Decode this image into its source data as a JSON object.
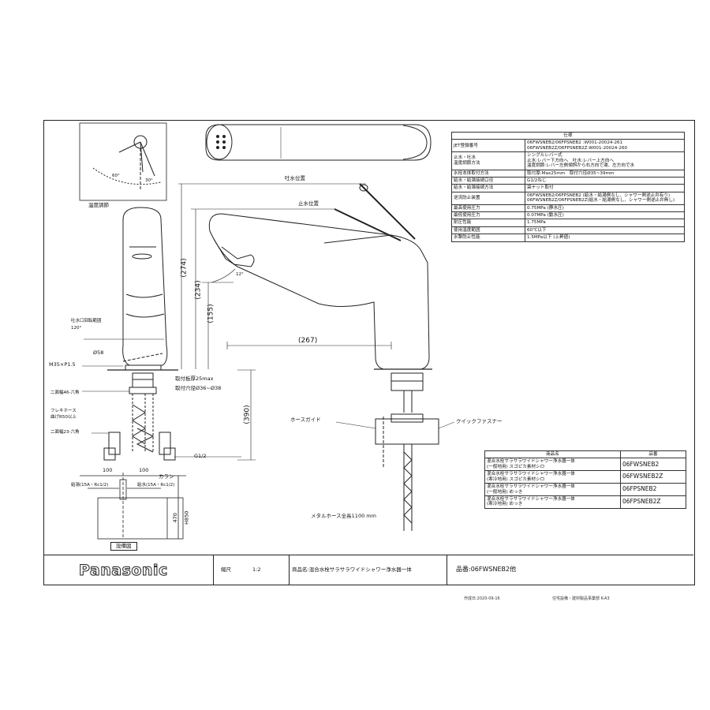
{
  "labels": {
    "temp_adjust": "温度調節",
    "angle_60": "60°",
    "angle_30": "30°",
    "spout_position": "吐水位置",
    "stop_position": "止水位置",
    "dim_274": "(274)",
    "dim_234": "(234)",
    "dim_155": "(155)",
    "dim_267": "(267)",
    "dim_12": "12°",
    "spout_rotation": "吐水口回転範囲",
    "spout_rotation_angle": "120°",
    "dia58": "Ø58",
    "thread": "M35×P1.5",
    "mount_thickness": "取付板厚25max",
    "mount_hole": "取付穴径Ø36~Ø38",
    "hex46": "二面幅46-六角",
    "flex_hose_1": "フレキホース",
    "flex_hose_2": "曲げR50以上",
    "hex23": "二面幅23-六角",
    "g12": "G1/2",
    "dim_390": "(390)",
    "dim_100a": "100",
    "dim_100b": "100",
    "collar": "カラン",
    "hot_water": "給湯(15A・Rc1/2)",
    "cold_water": "給水(15A・Rc1/2)",
    "dim_470": "470",
    "h850": "H850",
    "install_fig": "設備図",
    "hose_guide": "ホースガイド",
    "quick_fastener": "クイックファスナー",
    "metal_hose": "メタルホース全長1100 mm"
  },
  "spec_table": {
    "header": "仕様",
    "rows": [
      [
        "JET登録番号",
        "06FWSNEB2/06FPSNEB2 :W001-20024-261\n06FWSNEB2Z/06FPSNEB2Z:W001-20024-260"
      ],
      [
        "止水・吐水\n温度調節方法",
        "シングルレバー式\n止水:レバー下方向へ　吐水:レバー上方向へ\n温度調節:レバー左側傾斜から右方向で湯、左方向で水"
      ],
      [
        "水栓本体取付方法",
        "取付厚:Max25mm　取付穴径Ø35~39mm"
      ],
      [
        "給水・給湯接続口径",
        "G1/2ねじ"
      ],
      [
        "給水・給湯接続方法",
        "袋ナット取付"
      ],
      [
        "逆流防止装置",
        "06FWSNEB2/06FPSNEB2 (給水・給湯側なし、シャワー側逆止弁有り)\n06FWSNEB2Z/06FPSNEB2Z(給水・給湯側なし、シャワー側逆止弁無し)"
      ],
      [
        "最高使用圧力",
        "0.75MPa (静水圧)"
      ],
      [
        "最低使用圧力",
        "0.07MPa (動水圧)"
      ],
      [
        "耐圧性能",
        "1.75MPa"
      ],
      [
        "使用温度範囲",
        "60℃以下"
      ],
      [
        "水撃防止性能",
        "1.5MPa以下 (上昇値)"
      ]
    ]
  },
  "product_table": {
    "headers": [
      "商品名",
      "品番"
    ],
    "rows": [
      [
        "混合水栓サラサラワイドシャワー浄水器一体\n(一般地用) スゴピカ素材シロ",
        "06FWSNEB2"
      ],
      [
        "混合水栓サラサラワイドシャワー浄水器一体\n(寒冷地用) スゴピカ素材シロ",
        "06FWSNEB2Z"
      ],
      [
        "混合水栓サラサラワイドシャワー浄水器一体\n(一般地用) めっき",
        "06FPSNEB2"
      ],
      [
        "混合水栓サラサラワイドシャワー浄水器一体\n(寒冷地用) めっき",
        "06FPSNEB2Z"
      ]
    ]
  },
  "title_block": {
    "brand": "Panasonic",
    "scale_label": "縮尺",
    "scale": "1:2",
    "product_name": "商品名:混合水栓サラサラワイドシャワー浄水器一体",
    "part_no": "品番:06FWSNEB2他"
  },
  "footer": {
    "created": "作成日:2020-09-16",
    "copyright": "住宅設備・建材製品事業部 K-A3"
  }
}
